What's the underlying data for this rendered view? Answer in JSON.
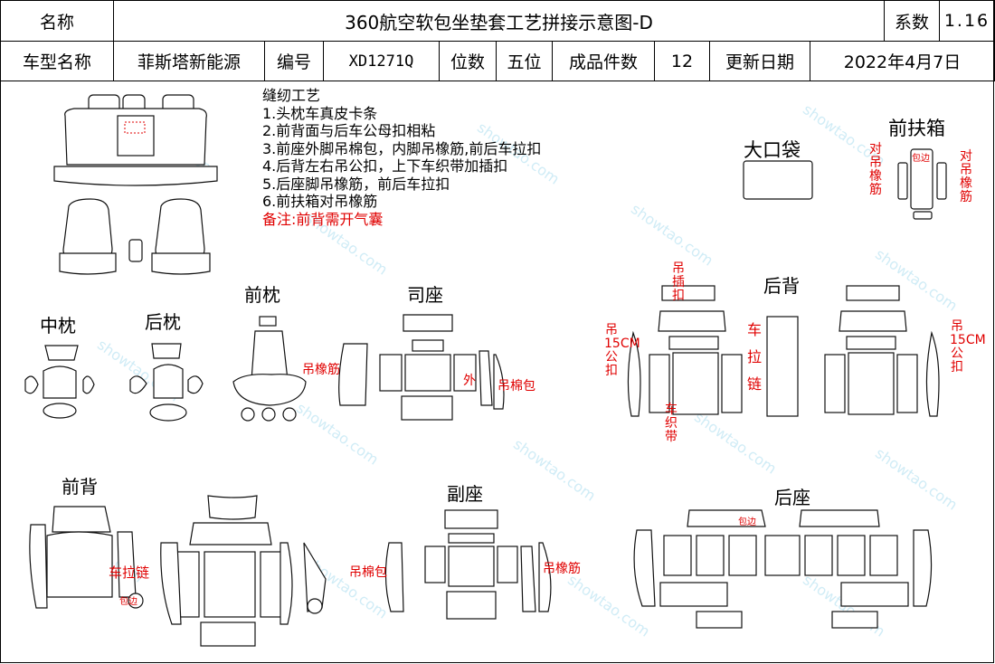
{
  "header": {
    "name_label": "名称",
    "title": "360航空软包坐垫套工艺拼接示意图-D",
    "coef_label": "系数",
    "coef_value": "1.16",
    "model_label": "车型名称",
    "model_value": "菲斯塔新能源",
    "code_label": "编号",
    "code_value": "XD1271Q",
    "seats_label": "位数",
    "seats_value": "五位",
    "pieces_label": "成品件数",
    "pieces_value": "12",
    "date_label": "更新日期",
    "date_value": "2022年4月7日"
  },
  "notes": {
    "heading": "缝纫工艺",
    "items": [
      "1.头枕车真皮卡条",
      "2.前背面与后车公母扣相粘",
      "3.前座外脚吊棉包，内脚吊橡筋,前后车拉扣",
      "4.后背左右吊公扣，上下车织带加插扣",
      "5.后座脚吊橡筋，前后车拉扣",
      "6.前扶箱对吊橡筋"
    ],
    "remark": "备注:前背需开气囊"
  },
  "sections": {
    "big_pocket": "大口袋",
    "front_armrest": "前扶箱",
    "middle_headrest": "中枕",
    "rear_headrest": "后枕",
    "front_headrest": "前枕",
    "driver_seat": "司座",
    "rear_back": "后背",
    "front_back": "前背",
    "passenger_seat": "副座",
    "rear_seat": "后座"
  },
  "annotations": {
    "elastic": "吊橡筋",
    "outer": "外",
    "cotton_pack": "吊棉包",
    "pair_elastic_left": "对吊橡筋",
    "pair_elastic_right": "对吊橡筋",
    "edging": "包边",
    "hang_insert": "吊插扣",
    "hang_15cm": "吊15CM公扣",
    "zipper": "车拉链",
    "webbing": "车织带",
    "zipper_front": "车拉链"
  },
  "colors": {
    "annotation": "#e00000",
    "watermark": "#78c8e6",
    "line": "#111111"
  }
}
